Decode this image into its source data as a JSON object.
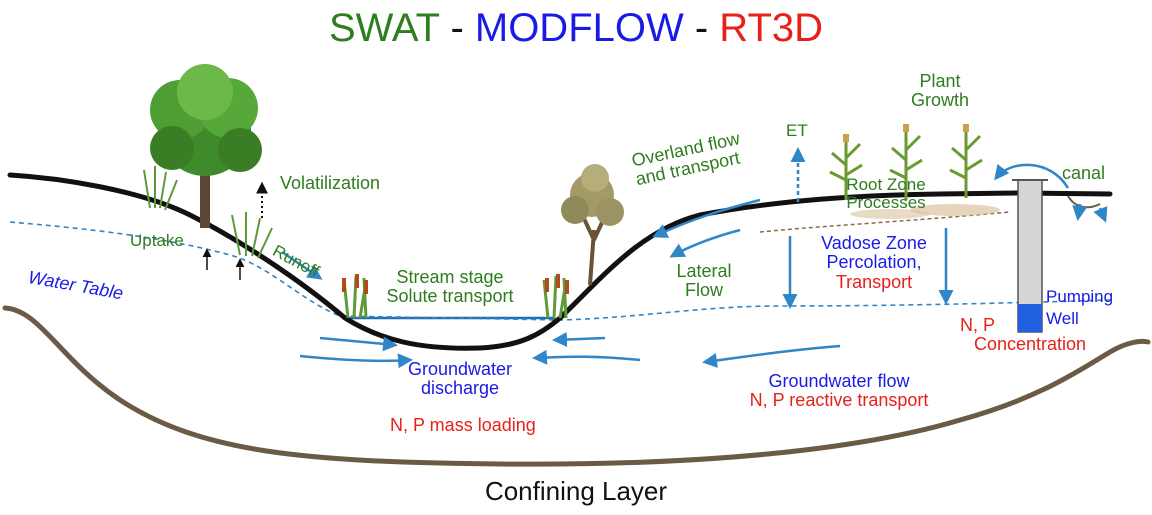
{
  "colors": {
    "green": "#2e7d1e",
    "blue": "#1a1ae6",
    "red": "#e8201a",
    "arrow_blue": "#2f86c8",
    "ground": "#111111",
    "confining": "#6b5a45"
  },
  "title": {
    "swat": "SWAT",
    "sep1": " - ",
    "modflow": "MODFLOW",
    "sep2": " - ",
    "rt3d": "RT3D"
  },
  "labels": {
    "volatilization": "Volatilization",
    "uptake": "Uptake",
    "runoff": "Runoff",
    "water_table": "Water Table",
    "stream_stage": "Stream stage",
    "solute_transport": "Solute transport",
    "gw_discharge_1": "Groundwater",
    "gw_discharge_2": "discharge",
    "np_mass_loading": "N, P mass loading",
    "et": "ET",
    "overland_1": "Overland flow",
    "overland_2": "and transport",
    "lateral_1": "Lateral",
    "lateral_2": "Flow",
    "plant_growth_1": "Plant",
    "plant_growth_2": "Growth",
    "root_zone_1": "Root Zone",
    "root_zone_2": "Processes",
    "canal": "canal",
    "vadose_1": "Vadose Zone",
    "vadose_2": "Percolation,",
    "vadose_3": "Transport",
    "pumping": "Pumping",
    "well": "Well",
    "np_conc_1": "N, P",
    "np_conc_2": "Concentration",
    "gw_flow_1": "Groundwater flow",
    "gw_flow_2": "N, P reactive transport",
    "confining_layer": "Confining Layer"
  },
  "icons": [
    "tree-icon",
    "grass-icon",
    "reed-icon",
    "corn-plant-icon",
    "well-icon"
  ]
}
